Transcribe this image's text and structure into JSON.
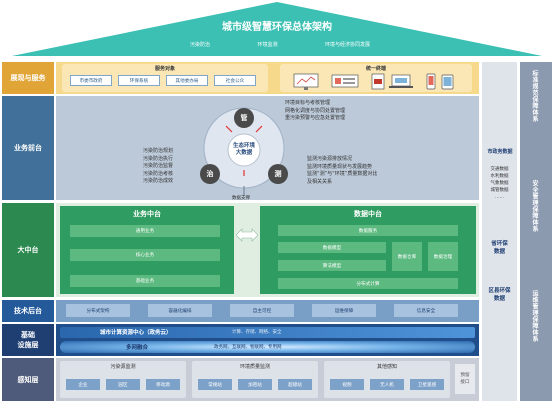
{
  "header": {
    "title": "城市级智慧环保总体架构",
    "subtitles": [
      "污染防治",
      "环境监测",
      "环境与经济协同发展"
    ]
  },
  "layers": {
    "service": "展现与服务",
    "business": "业务前台",
    "middle": "大中台",
    "tech": "技术后台",
    "infra": "基础\n设施层",
    "perception": "感知层"
  },
  "service": {
    "objects_title": "服务对象",
    "objects": [
      "市委市政府",
      "环保系统",
      "其他委办局",
      "社会公众"
    ],
    "unified_title": "统一终端"
  },
  "business": {
    "circle_center": "生态环境\n大数据",
    "nodes": [
      "管",
      "治",
      "测"
    ],
    "top_list": [
      "环境目标与考核管理",
      "网格化调度与协同处置管理",
      "重污染预警与应急处置管理"
    ],
    "left_list": [
      "污染防治规划",
      "污染防治执行",
      "污染防治监督",
      "污染防治考核",
      "污染防治成效"
    ],
    "right_list": [
      "监测污染源排放情况",
      "监测环境质量现状与发展趋势",
      "监测"
    ],
    "right_list_extra": [
      "监测“测”与“环境”质量数据对比及相关关系"
    ],
    "bottom_label": "数据支撑"
  },
  "middle": {
    "business_title": "业务中台",
    "business_items": [
      "通用业务",
      "核心业务",
      "基础业务"
    ],
    "data_title": "数据中台",
    "data_items": [
      "数据服务",
      "数据模型",
      "算法模型",
      "分布式计算"
    ],
    "data_side": [
      "数据仓库",
      "数据治理"
    ]
  },
  "tech": {
    "items": [
      "分布式架构",
      "容器化编排",
      "自主可控",
      "运维保障",
      "信息安全"
    ]
  },
  "infra": {
    "row1_label": "城市计算资源中心（政务云）",
    "row1_tail": "计算、存储、网络、安全",
    "row2_label": "多网融合",
    "row2_tail": "政务网、互联网、物联网、专用网"
  },
  "perception": {
    "groups": [
      {
        "title": "污染源监测",
        "items": [
          "企业",
          "园区",
          "移动源"
        ]
      },
      {
        "title": "环境质量监测",
        "items": [
          "常规站",
          "加密站",
          "超级站"
        ]
      },
      {
        "title": "其他感知",
        "items": [
          "视频",
          "无人机",
          "卫星遥感"
        ]
      }
    ],
    "reserve": "预留\n接口"
  },
  "right_panel": {
    "items": [
      {
        "title": "市政务数据",
        "subs": [
          "交通数据",
          "水利数据",
          "气象数据",
          "城管数据",
          "……"
        ]
      },
      {
        "title": "省环保\n数据",
        "subs": []
      },
      {
        "title": "区县环保\n数据",
        "subs": []
      }
    ],
    "vertical": [
      "标准规范保障体系",
      "安全管理保障体系",
      "运维管理保障体系"
    ]
  }
}
